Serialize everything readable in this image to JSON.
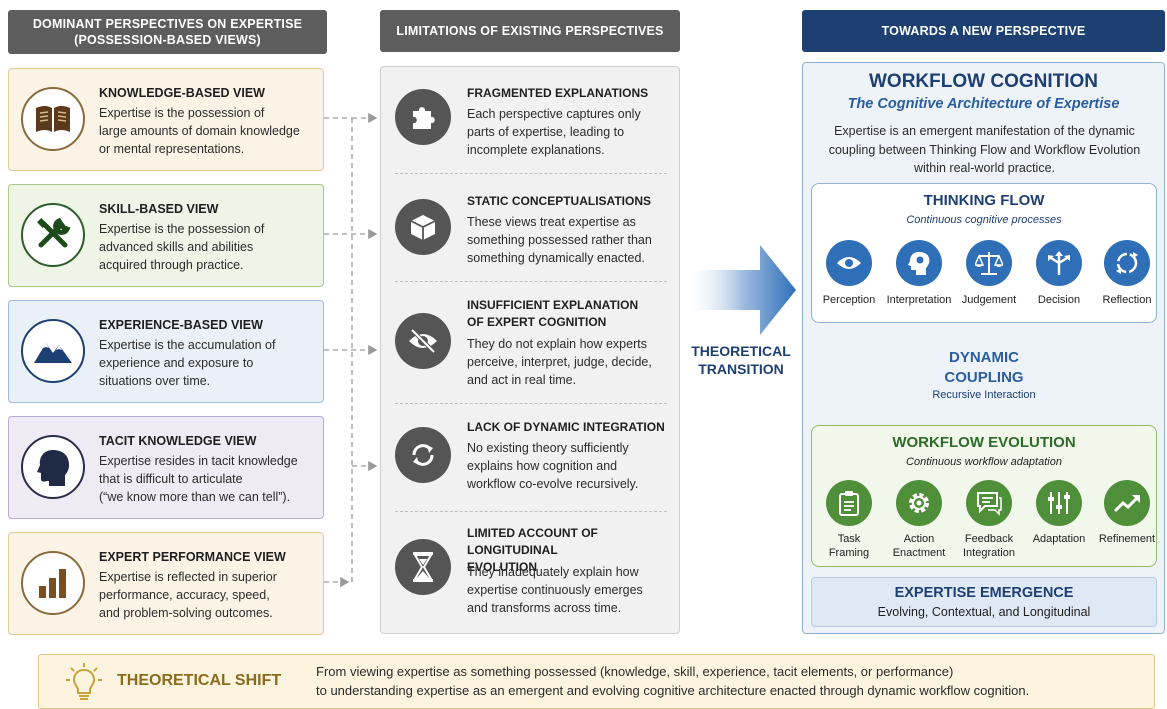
{
  "headers": {
    "left_line1": "DOMINANT PERSPECTIVES ON EXPERTISE",
    "left_line2": "(POSSESSION-BASED VIEWS)",
    "middle": "LIMITATIONS OF EXISTING PERSPECTIVES",
    "right": "TOWARDS A NEW PERSPECTIVE"
  },
  "views": [
    {
      "title": "KNOWLEDGE-BASED VIEW",
      "lines": [
        "Expertise is the possession of",
        "large amounts of domain knowledge",
        "or mental representations."
      ],
      "icon": "book-icon"
    },
    {
      "title": "SKILL-BASED VIEW",
      "lines": [
        "Expertise is the possession of",
        "advanced skills and abilities",
        "acquired through practice."
      ],
      "icon": "tools-icon"
    },
    {
      "title": "EXPERIENCE-BASED VIEW",
      "lines": [
        "Expertise is the accumulation of",
        "experience and exposure to",
        "situations over time."
      ],
      "icon": "mountain-icon"
    },
    {
      "title": "TACIT KNOWLEDGE VIEW",
      "lines": [
        "Expertise resides in tacit knowledge",
        "that is difficult to articulate",
        "(“we know more than we can tell”)."
      ],
      "icon": "head-icon"
    },
    {
      "title": "EXPERT PERFORMANCE VIEW",
      "lines": [
        "Expertise is reflected in superior",
        "performance, accuracy, speed,",
        "and problem-solving outcomes."
      ],
      "icon": "bar-chart-icon"
    }
  ],
  "limitations": [
    {
      "title_lines": [
        "FRAGMENTED EXPLANATIONS"
      ],
      "lines": [
        "Each perspective captures only",
        "parts of expertise, leading to",
        "incomplete explanations."
      ],
      "icon": "puzzle-icon"
    },
    {
      "title_lines": [
        "STATIC CONCEPTUALISATIONS"
      ],
      "lines": [
        "These views treat expertise as",
        "something possessed rather than",
        "something dynamically enacted."
      ],
      "icon": "cube-icon"
    },
    {
      "title_lines": [
        "INSUFFICIENT EXPLANATION",
        "OF EXPERT COGNITION"
      ],
      "lines": [
        "They do not explain how experts",
        "perceive, interpret, judge, decide,",
        "and act in real time."
      ],
      "icon": "eye-slash-icon"
    },
    {
      "title_lines": [
        "LACK OF DYNAMIC INTEGRATION"
      ],
      "lines": [
        "No existing theory sufficiently",
        "explains how cognition and",
        "workflow co-evolve recursively."
      ],
      "icon": "cycle-icon"
    },
    {
      "title_lines": [
        "LIMITED ACCOUNT OF LONGITUDINAL",
        "EVOLUTION"
      ],
      "lines": [
        "They inadequately explain how",
        "expertise continuously emerges",
        "and transforms across time."
      ],
      "icon": "hourglass-icon"
    }
  ],
  "transition": {
    "line1": "THEORETICAL",
    "line2": "TRANSITION"
  },
  "workflow_cognition": {
    "title": "WORKFLOW COGNITION",
    "subtitle": "The Cognitive Architecture of Expertise",
    "desc_lines": [
      "Expertise is an emergent manifestation of the dynamic",
      "coupling between Thinking Flow and Workflow Evolution",
      "within real-world practice."
    ]
  },
  "thinking_flow": {
    "title": "THINKING FLOW",
    "subtitle": "Continuous cognitive processes",
    "items": [
      {
        "label": "Perception",
        "icon": "eye-icon"
      },
      {
        "label": "Interpretation",
        "icon": "head-gear-icon"
      },
      {
        "label": "Judgement",
        "icon": "scales-icon"
      },
      {
        "label": "Decision",
        "icon": "split-arrow-icon"
      },
      {
        "label": "Reflection",
        "icon": "reflection-cycle-icon"
      }
    ]
  },
  "dynamic_coupling": {
    "line1": "DYNAMIC",
    "line2": "COUPLING",
    "subtitle": "Recursive Interaction"
  },
  "workflow_evolution": {
    "title": "WORKFLOW EVOLUTION",
    "subtitle": "Continuous workflow adaptation",
    "items": [
      {
        "lines": [
          "Task",
          "Framing"
        ],
        "icon": "clipboard-icon"
      },
      {
        "lines": [
          "Action",
          "Enactment"
        ],
        "icon": "gear-icon"
      },
      {
        "lines": [
          "Feedback",
          "Integration"
        ],
        "icon": "chat-icon"
      },
      {
        "lines": [
          "Adaptation"
        ],
        "icon": "sliders-icon"
      },
      {
        "lines": [
          "Refinement"
        ],
        "icon": "trend-up-icon"
      }
    ]
  },
  "expertise_emergence": {
    "title": "EXPERTISE EMERGENCE",
    "subtitle": "Evolving, Contextual, and Longitudinal"
  },
  "footer": {
    "title": "THEORETICAL SHIFT",
    "line1": "From viewing expertise as something possessed (knowledge, skill, experience, tacit elements, or performance)",
    "line2": "to understanding expertise as an emergent and evolving cognitive architecture enacted through dynamic workflow cognition.",
    "icon": "lightbulb-icon"
  },
  "colors": {
    "dark_gray": "#5d5d5d",
    "navy": "#1d3f72",
    "blue": "#2f6fb8",
    "green": "#4f8f3a",
    "gold": "#8a6a1d"
  }
}
